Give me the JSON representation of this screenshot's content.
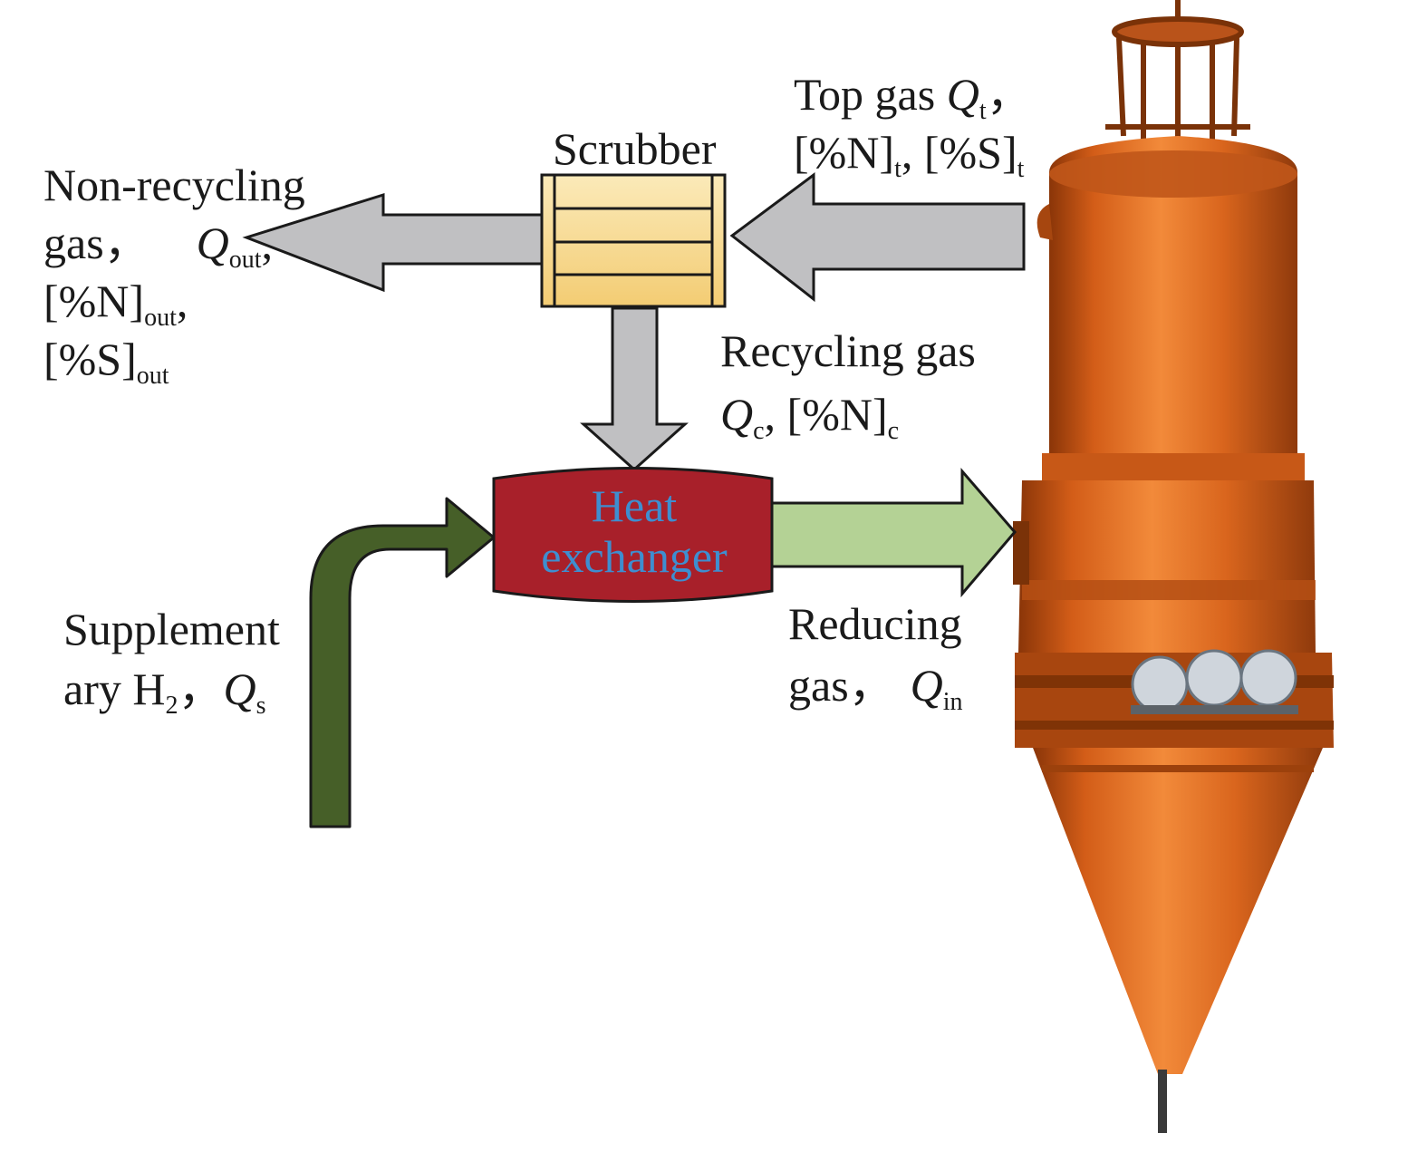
{
  "labels": {
    "scrubber": "Scrubber",
    "heat_exchanger_line1": "Heat",
    "heat_exchanger_line2": "exchanger",
    "top_gas": {
      "line1_text": "Top gas ",
      "q": "Q",
      "q_sub": "t",
      "line1_tail": "，",
      "n_text": "[%N]",
      "n_sub": "t",
      "sep": ", ",
      "s_text": "[%S]",
      "s_sub": "t"
    },
    "non_recycling": {
      "line1": "Non-recycling",
      "line2_text": "gas，",
      "q": "Q",
      "q_sub": "out",
      "q_tail": ",",
      "n_text": "[%N]",
      "n_sub": "out",
      "n_tail": ",",
      "s_text": "[%S]",
      "s_sub": "out"
    },
    "recycling": {
      "line1": "Recycling gas",
      "q": "Q",
      "q_sub": "c",
      "sep": ", ",
      "n_text": "[%N]",
      "n_sub": "c"
    },
    "supplementary": {
      "line1": "Supplement",
      "line2_text": "ary H",
      "h_sub": "2",
      "line2_sep": "，",
      "q": "Q",
      "q_sub": "s"
    },
    "reducing": {
      "line1": "Reducing",
      "line2_text": "gas，",
      "q": "Q",
      "q_sub": "in"
    }
  },
  "colors": {
    "gray_arrow": "#c0c0c2",
    "scrubber_fill": "#f7dc97",
    "heat_exchanger_fill": "#a8202a",
    "heat_exchanger_text": "#3e8ed0",
    "reducing_arrow": "#b4d295",
    "supplement_pipe": "#465f28",
    "furnace_orange": "#d9651d"
  },
  "icons": {
    "furnace": "shaft-furnace-illustration",
    "scrubber": "scrubber-unit-icon",
    "heat_exchanger": "heat-exchanger-icon"
  }
}
